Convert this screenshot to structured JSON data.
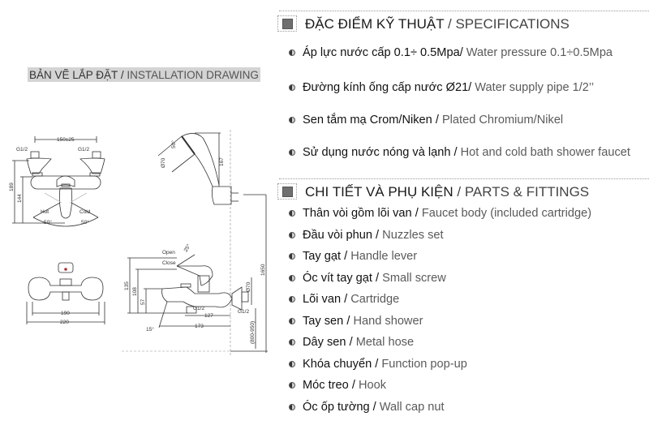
{
  "install_drawing": {
    "title_vi": "BẢN VẼ LẮP ĐẶT",
    "title_sep": " / ",
    "title_en": "INSTALLATION DRAWING",
    "front_view": {
      "dim_top": "150±25",
      "inlet_left": "G1/2",
      "inlet_right": "G1/2",
      "dim_height_outer": "189",
      "dim_height_inner": "144",
      "label_hot": "Hot",
      "label_cold": "Cold",
      "angle_left": "50°",
      "angle_right": "50°"
    },
    "top_view": {
      "dim_inner": "190",
      "dim_outer": "220"
    },
    "side_view": {
      "label_open": "Open",
      "label_close": "Close",
      "angle_lever": "25°",
      "dim_135": "135",
      "dim_108": "108",
      "dim_57": "57",
      "inlet_bottom": "G1/2",
      "inlet_wall": "G1/2",
      "dim_d70": "Ø70",
      "dim_127": "127",
      "dim_173": "173",
      "angle_spout": "15°",
      "dim_1650": "1650",
      "dim_range": "(800-950)"
    },
    "shower_view": {
      "angle": "50°",
      "dim_d70": "Ø70",
      "dim_167": "167"
    }
  },
  "specifications": {
    "title_vi": "ĐẶC ĐIỂM KỸ THUẬT",
    "title_sep": " / ",
    "title_en": "SPECIFICATIONS",
    "items": [
      {
        "vi": "Áp lực nước cấp 0.1÷ 0.5Mpa/",
        "en": " Water pressure 0.1÷0.5Mpa"
      },
      {
        "vi": "Đường kính ống cấp nước Ø21/",
        "en": " Water supply pipe 1/2’’"
      },
      {
        "vi": "Sen tắm mạ Crom/Niken /",
        "en": " Plated Chromium/Nikel"
      },
      {
        "vi": "Sử dụng nước nóng và lạnh /",
        "en": " Hot and cold bath shower faucet"
      }
    ]
  },
  "parts": {
    "title_vi": "CHI TIẾT VÀ PHỤ KIỆN",
    "title_sep": " / ",
    "title_en": "PARTS & FITTINGS",
    "items": [
      {
        "vi": "Thân vòi gồm lõi van /",
        "en": " Faucet body (included cartridge)"
      },
      {
        "vi": "Đầu vòi phun /",
        "en": " Nuzzles set"
      },
      {
        "vi": "Tay gạt /",
        "en": " Handle lever"
      },
      {
        "vi": "Óc vít tay gạt /",
        "en": " Small screw"
      },
      {
        "vi": "Lõi van /",
        "en": " Cartridge"
      },
      {
        "vi": "Tay sen /",
        "en": " Hand shower"
      },
      {
        "vi": "Dây sen /",
        "en": " Metal hose"
      },
      {
        "vi": "Khóa chuyển /",
        "en": " Function pop-up"
      },
      {
        "vi": "Móc treo /",
        "en": " Hook"
      },
      {
        "vi": "Óc ốp tường /",
        "en": " Wall cap nut"
      }
    ]
  },
  "colors": {
    "title_bg": "#d4d4d4",
    "marker": "#6f6f6f",
    "text_vi": "#111111",
    "text_en": "#5a5a5a"
  }
}
